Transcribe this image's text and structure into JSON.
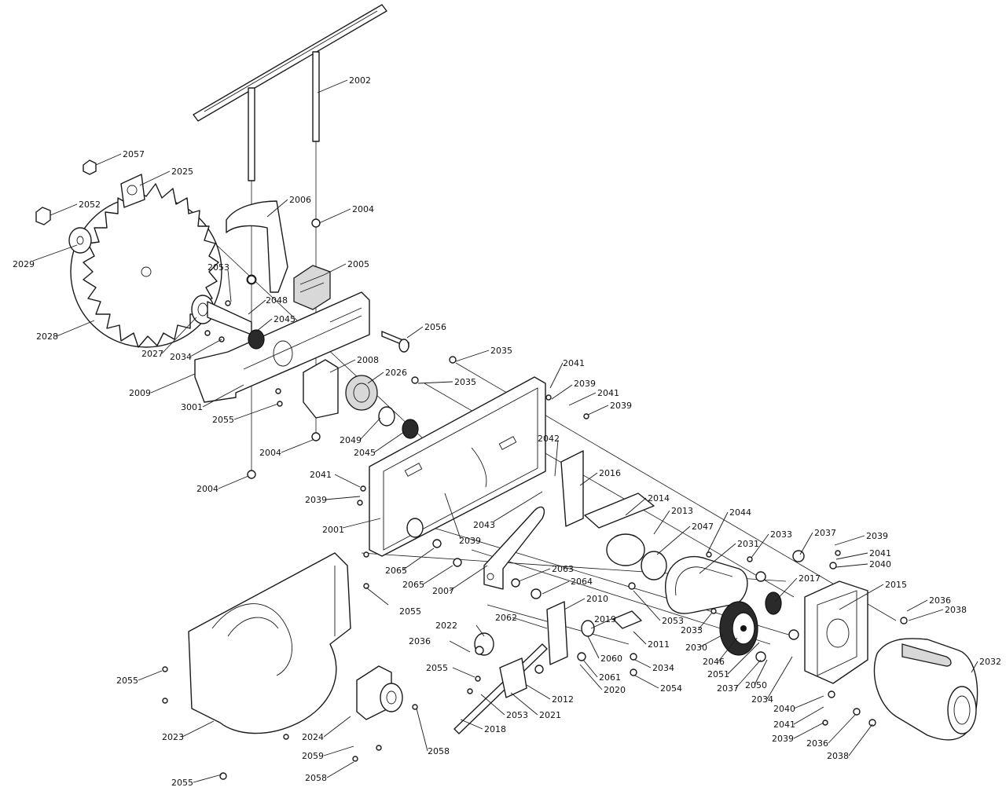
{
  "labels": [
    {
      "id": "2002",
      "text": "2002"
    },
    {
      "id": "2057",
      "text": "2057"
    },
    {
      "id": "2025",
      "text": "2025"
    },
    {
      "id": "2006",
      "text": "2006"
    },
    {
      "id": "2004a",
      "text": "2004"
    },
    {
      "id": "2052",
      "text": "2052"
    },
    {
      "id": "2029",
      "text": "2029"
    },
    {
      "id": "2005",
      "text": "2005"
    },
    {
      "id": "2053a",
      "text": "2053"
    },
    {
      "id": "2048",
      "text": "2048"
    },
    {
      "id": "2045a",
      "text": "2045"
    },
    {
      "id": "2056",
      "text": "2056"
    },
    {
      "id": "2028",
      "text": "2028"
    },
    {
      "id": "2027",
      "text": "2027"
    },
    {
      "id": "2034a",
      "text": "2034"
    },
    {
      "id": "2008",
      "text": "2008"
    },
    {
      "id": "2026",
      "text": "2026"
    },
    {
      "id": "2009",
      "text": "2009"
    },
    {
      "id": "3001",
      "text": "3001"
    },
    {
      "id": "2055a",
      "text": "2055"
    },
    {
      "id": "2049",
      "text": "2049"
    },
    {
      "id": "2045b",
      "text": "2045"
    },
    {
      "id": "2004b",
      "text": "2004"
    },
    {
      "id": "2004c",
      "text": "2004"
    },
    {
      "id": "2035a",
      "text": "2035"
    },
    {
      "id": "2035b",
      "text": "2035"
    },
    {
      "id": "2041a",
      "text": "2041"
    },
    {
      "id": "2039a",
      "text": "2039"
    },
    {
      "id": "2041b",
      "text": "2041"
    },
    {
      "id": "2039b",
      "text": "2039"
    },
    {
      "id": "2042",
      "text": "2042"
    },
    {
      "id": "2016",
      "text": "2016"
    },
    {
      "id": "2041c",
      "text": "2041"
    },
    {
      "id": "2039c",
      "text": "2039"
    },
    {
      "id": "2001",
      "text": "2001"
    },
    {
      "id": "2014",
      "text": "2014"
    },
    {
      "id": "2043",
      "text": "2043"
    },
    {
      "id": "2039d",
      "text": "2039"
    },
    {
      "id": "2013",
      "text": "2013"
    },
    {
      "id": "2047",
      "text": "2047"
    },
    {
      "id": "2044",
      "text": "2044"
    },
    {
      "id": "2033a",
      "text": "2033"
    },
    {
      "id": "2037a",
      "text": "2037"
    },
    {
      "id": "2039e",
      "text": "2039"
    },
    {
      "id": "2041d",
      "text": "2041"
    },
    {
      "id": "2040a",
      "text": "2040"
    },
    {
      "id": "2031",
      "text": "2031"
    },
    {
      "id": "2065a",
      "text": "2065"
    },
    {
      "id": "2063",
      "text": "2063"
    },
    {
      "id": "2065b",
      "text": "2065"
    },
    {
      "id": "2007",
      "text": "2007"
    },
    {
      "id": "2064",
      "text": "2064"
    },
    {
      "id": "2017",
      "text": "2017"
    },
    {
      "id": "2015",
      "text": "2015"
    },
    {
      "id": "2055b",
      "text": "2055"
    },
    {
      "id": "2010",
      "text": "2010"
    },
    {
      "id": "2036a",
      "text": "2036"
    },
    {
      "id": "2038a",
      "text": "2038"
    },
    {
      "id": "2062",
      "text": "2062"
    },
    {
      "id": "2019",
      "text": "2019"
    },
    {
      "id": "2053b",
      "text": "2053"
    },
    {
      "id": "2022",
      "text": "2022"
    },
    {
      "id": "2033b",
      "text": "2033"
    },
    {
      "id": "2036b",
      "text": "2036"
    },
    {
      "id": "2011",
      "text": "2011"
    },
    {
      "id": "2030",
      "text": "2030"
    },
    {
      "id": "2060",
      "text": "2060"
    },
    {
      "id": "2046",
      "text": "2046"
    },
    {
      "id": "2032",
      "text": "2032"
    },
    {
      "id": "2034b",
      "text": "2034"
    },
    {
      "id": "2051",
      "text": "2051"
    },
    {
      "id": "2055c",
      "text": "2055"
    },
    {
      "id": "2061",
      "text": "2061"
    },
    {
      "id": "2054",
      "text": "2054"
    },
    {
      "id": "2037b",
      "text": "2037"
    },
    {
      "id": "2050",
      "text": "2050"
    },
    {
      "id": "2020",
      "text": "2020"
    },
    {
      "id": "2034c",
      "text": "2034"
    },
    {
      "id": "2012",
      "text": "2012"
    },
    {
      "id": "2040b",
      "text": "2040"
    },
    {
      "id": "2055d",
      "text": "2055"
    },
    {
      "id": "2053c",
      "text": "2053"
    },
    {
      "id": "2021",
      "text": "2021"
    },
    {
      "id": "2041e",
      "text": "2041"
    },
    {
      "id": "2023",
      "text": "2023"
    },
    {
      "id": "2018",
      "text": "2018"
    },
    {
      "id": "2039f",
      "text": "2039"
    },
    {
      "id": "2036c",
      "text": "2036"
    },
    {
      "id": "2024",
      "text": "2024"
    },
    {
      "id": "2038b",
      "text": "2038"
    },
    {
      "id": "2059",
      "text": "2059"
    },
    {
      "id": "2058a",
      "text": "2058"
    },
    {
      "id": "2058b",
      "text": "2058"
    },
    {
      "id": "2055e",
      "text": "2055"
    }
  ]
}
